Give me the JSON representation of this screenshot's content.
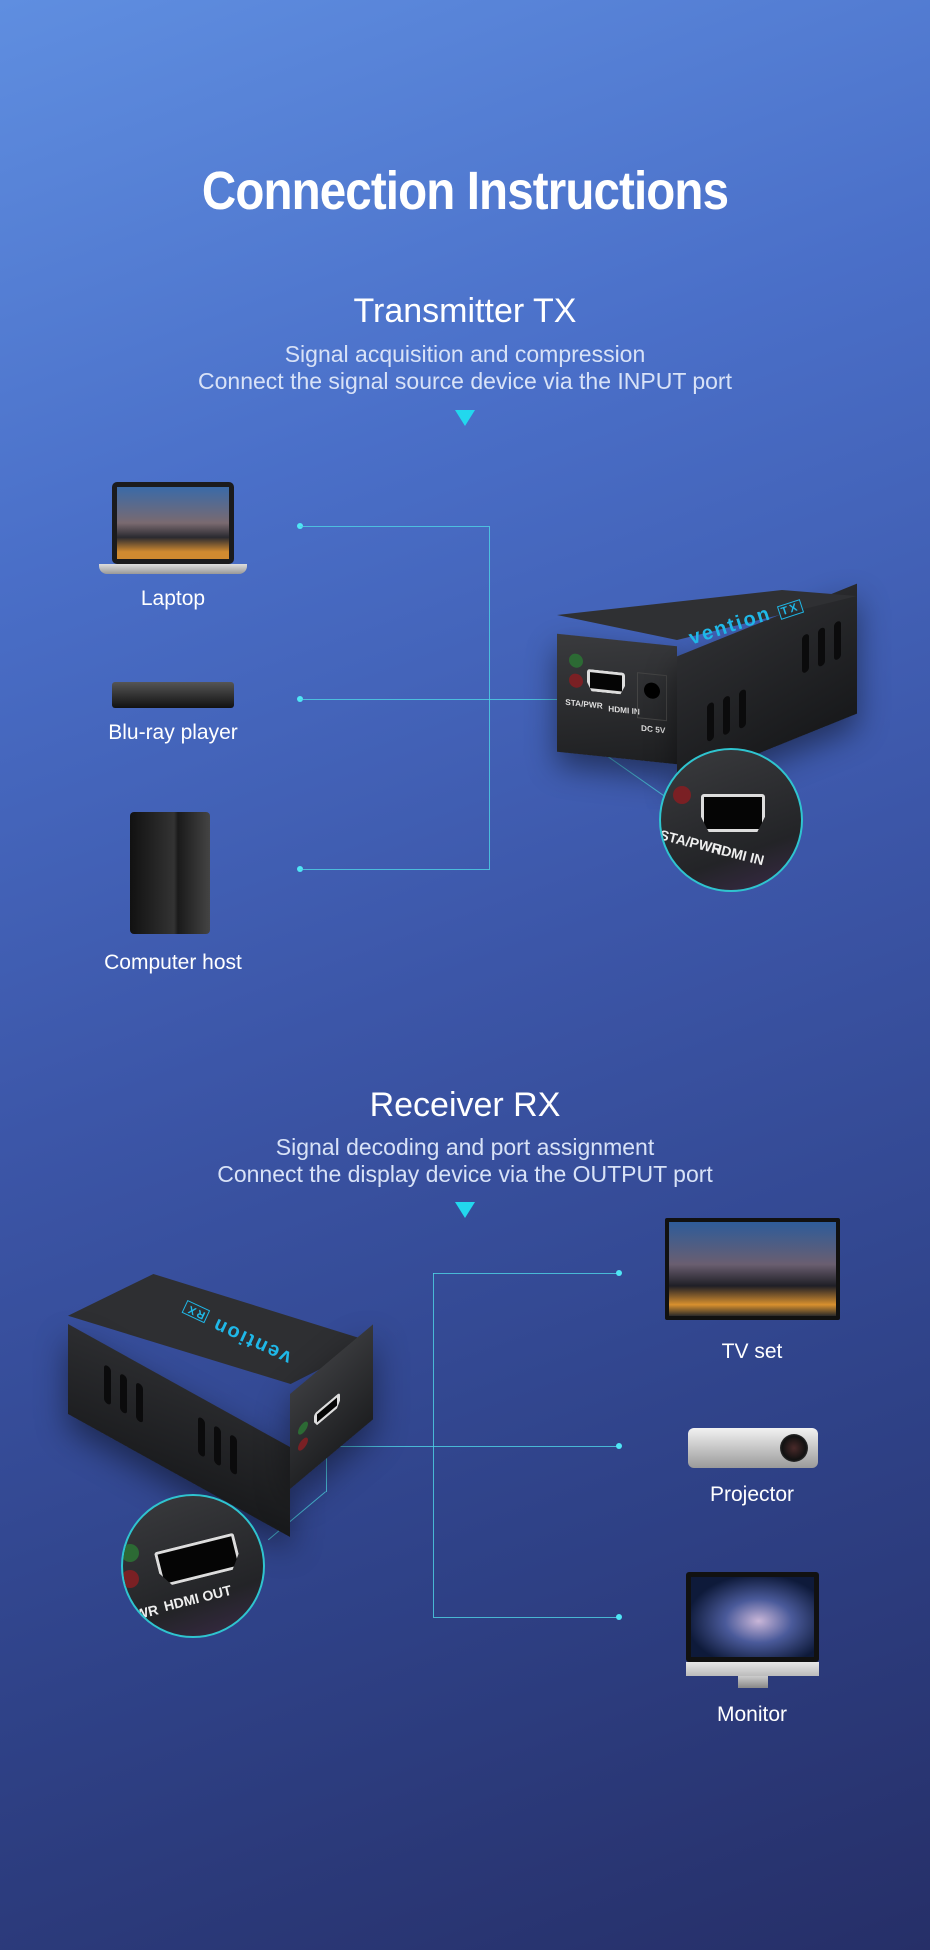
{
  "title": "Connection Instructions",
  "tx": {
    "heading": "Transmitter TX",
    "sub1": "Signal acquisition and compression",
    "sub2": "Connect the signal source device via the INPUT port",
    "devices": [
      {
        "label": "Laptop"
      },
      {
        "label": "Blu-ray player"
      },
      {
        "label": "Computer host"
      }
    ],
    "device_labels": {
      "brand": "vention",
      "tag": "TX",
      "led": "STA/PWR",
      "port": "HDMI IN",
      "power": "DC 5V"
    }
  },
  "rx": {
    "heading": "Receiver RX",
    "sub1": "Signal decoding and port assignment",
    "sub2": "Connect the display device via the OUTPUT port",
    "devices": [
      {
        "label": "TV set"
      },
      {
        "label": "Projector"
      },
      {
        "label": "Monitor"
      }
    ],
    "device_labels": {
      "brand": "vention",
      "tag": "RX",
      "led": "WR",
      "port": "HDMI OUT"
    }
  },
  "colors": {
    "accent": "#22d8ee",
    "bg_top": "#5f8ee0",
    "bg_bottom": "#262f68"
  }
}
